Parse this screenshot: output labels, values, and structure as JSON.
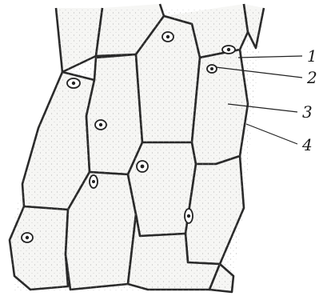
{
  "labels": [
    {
      "text": "1"
    },
    {
      "text": "2"
    },
    {
      "text": "3"
    },
    {
      "text": "4"
    }
  ]
}
